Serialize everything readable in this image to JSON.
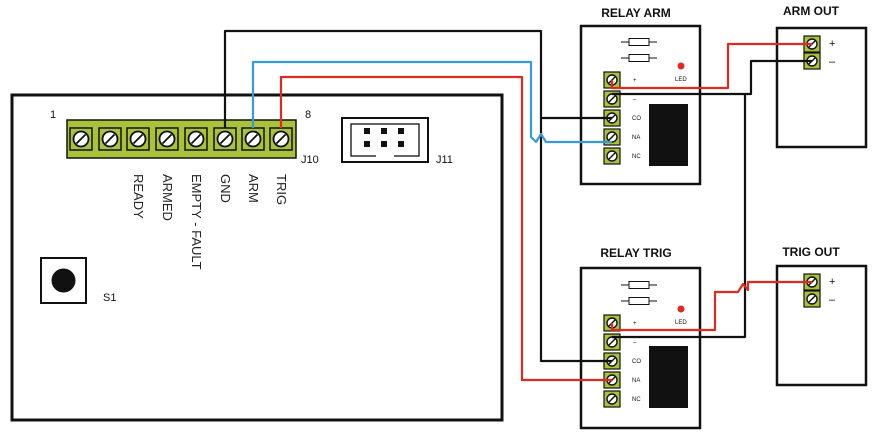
{
  "controller": {
    "pin_first": "1",
    "pin_last": "8",
    "j10_label": "J10",
    "j11_label": "J11",
    "s1_label": "S1",
    "terminals": [
      "READY",
      "ARMED",
      "EMPTY - FAULT",
      "GND",
      "ARM",
      "TRIG"
    ]
  },
  "relay_arm": {
    "title": "RELAY ARM",
    "led": "LED",
    "plus": "+",
    "minus": "–",
    "co": "CO",
    "na": "NA",
    "nc": "NC"
  },
  "relay_trig": {
    "title": "RELAY TRIG",
    "led": "LED",
    "plus": "+",
    "minus": "–",
    "co": "CO",
    "na": "NA",
    "nc": "NC"
  },
  "arm_out": {
    "title": "ARM OUT",
    "plus": "+",
    "minus": "–"
  },
  "trig_out": {
    "title": "TRIG OUT",
    "plus": "+",
    "minus": "–"
  },
  "colors": {
    "terminal": "#a9c23a",
    "wire_black": "#111111",
    "wire_red": "#e02a1f",
    "wire_blue": "#3a9ad9",
    "led": "#e02a1f"
  }
}
